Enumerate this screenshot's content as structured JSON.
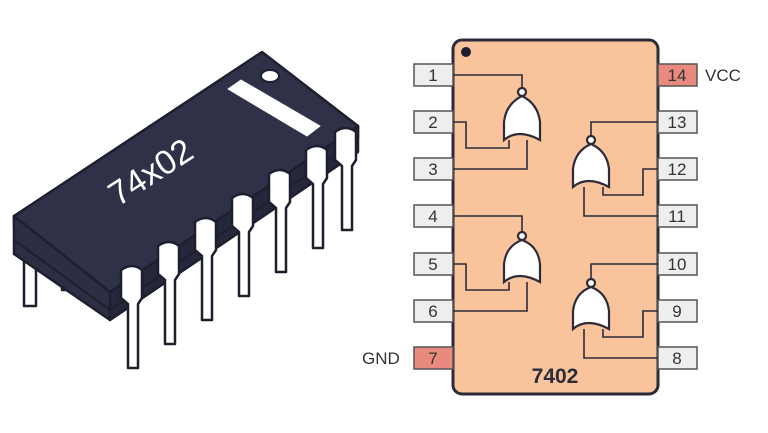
{
  "package": {
    "marking": "74x02"
  },
  "schematic": {
    "part_number": "7402",
    "body_color": "#f9c49b",
    "pin_box_color": "#eeeeee",
    "power_pin_color": "#e88a7d",
    "labels": {
      "vcc": "VCC",
      "gnd": "GND"
    },
    "pins": [
      {
        "num": "1",
        "label": "1"
      },
      {
        "num": "2",
        "label": "2"
      },
      {
        "num": "3",
        "label": "3"
      },
      {
        "num": "4",
        "label": "4"
      },
      {
        "num": "5",
        "label": "5"
      },
      {
        "num": "6",
        "label": "6"
      },
      {
        "num": "7",
        "label": "7"
      },
      {
        "num": "8",
        "label": "8"
      },
      {
        "num": "9",
        "label": "9"
      },
      {
        "num": "10",
        "label": "10"
      },
      {
        "num": "11",
        "label": "11"
      },
      {
        "num": "12",
        "label": "12"
      },
      {
        "num": "13",
        "label": "13"
      },
      {
        "num": "14",
        "label": "14"
      }
    ]
  }
}
